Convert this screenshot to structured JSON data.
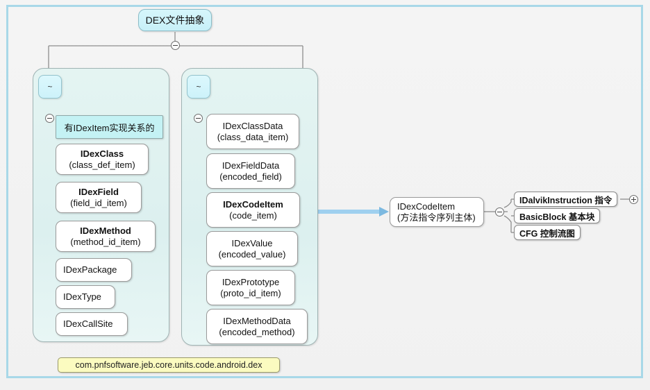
{
  "frame": {
    "accent_color": "#a8d8e8",
    "background_color": "#f2f2f2"
  },
  "root": {
    "label": "DEX文件抽象"
  },
  "toggles": {
    "root_collapse": "minus",
    "left_group_collapse": "minus",
    "middle_group_collapse": "minus",
    "codeitem_collapse": "minus",
    "dalvik_expand": "plus"
  },
  "left_group": {
    "tilde": "~",
    "highlight": {
      "label": "有IDexItem实现关系的"
    },
    "items": [
      {
        "line1": "IDexClass",
        "line2": "(class_def_item)",
        "bold": true
      },
      {
        "line1": "IDexField",
        "line2": "(field_id_item)",
        "bold": true
      },
      {
        "line1": "IDexMethod",
        "line2": "(method_id_item)",
        "bold": true
      },
      {
        "line1": "IDexPackage",
        "line2": "",
        "bold": false
      },
      {
        "line1": "IDexType",
        "line2": "",
        "bold": false
      },
      {
        "line1": "IDexCallSite",
        "line2": "",
        "bold": false
      }
    ]
  },
  "middle_group": {
    "tilde": "~",
    "items": [
      {
        "line1": "IDexClassData",
        "line2": "(class_data_item)",
        "bold": false
      },
      {
        "line1": "IDexFieldData",
        "line2": "(encoded_field)",
        "bold": false
      },
      {
        "line1": "IDexCodeItem",
        "line2": "(code_item)",
        "bold": true
      },
      {
        "line1": "IDexValue",
        "line2": "(encoded_value)",
        "bold": false
      },
      {
        "line1": "IDexPrototype",
        "line2": "(proto_id_item)",
        "bold": false
      },
      {
        "line1": "IDexMethodData",
        "line2": "(encoded_method)",
        "bold": false
      }
    ]
  },
  "detail": {
    "arrow_color": "#8fc8ea",
    "node": {
      "line1": "IDexCodeItem",
      "line2": "(方法指令序列主体)"
    },
    "children": [
      {
        "label": "IDalvikInstruction 指令"
      },
      {
        "label": "BasicBlock 基本块"
      },
      {
        "label": "CFG 控制流图"
      }
    ]
  },
  "note": {
    "label": "com.pnfsoftware.jeb.core.units.code.android.dex"
  }
}
